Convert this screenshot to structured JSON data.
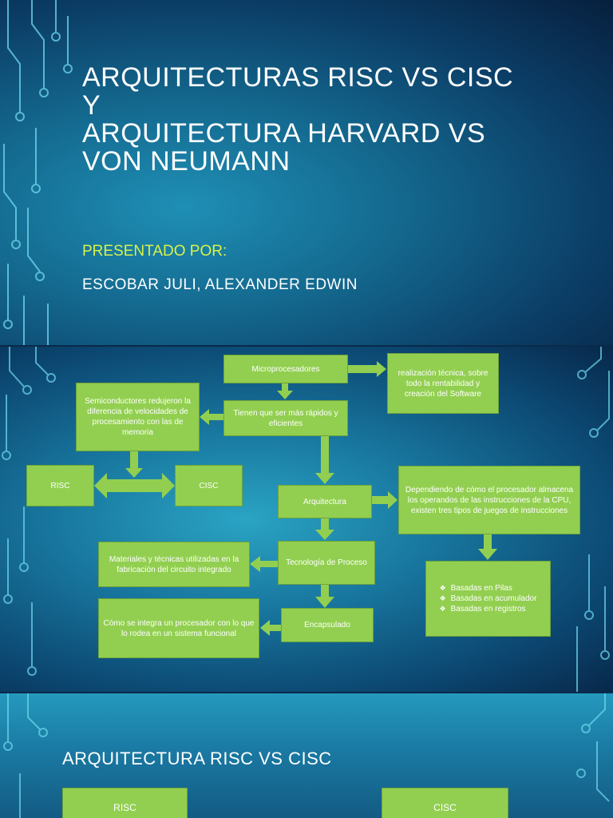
{
  "slide1": {
    "title_lines": [
      "ARQUITECTURAS RISC VS CISC",
      "Y",
      "ARQUITECTURA HARVARD VS",
      "VON NEUMANN"
    ],
    "presented_by": "PRESENTADO POR:",
    "author": "ESCOBAR JULI, ALEXANDER EDWIN"
  },
  "slide2": {
    "boxes": {
      "micro": "Microprocesadores",
      "realizacion": "realización técnica, sobre todo la rentabilidad y creación del Software",
      "semi": "Semiconductores redujeron la diferencia de velocidades de procesamiento con las de memoria",
      "rapidos": "Tienen que ser más rápidos y eficientes",
      "risc": "RISC",
      "cisc": "CISC",
      "arquitectura": "Arquitectura",
      "dependiendo": "Dependiendo de cómo el procesador almacena los operandos de las instrucciones de la CPU, existen tres tipos de juegos de instrucciones",
      "materiales": "Materiales y técnicas utilizadas en la fabricación del circuito integrado",
      "tecnologia": "Tecnología de Proceso",
      "como": "Cómo se integra un procesador con lo que lo rodea en un sistema funcional",
      "encapsulado": "Encapsulado"
    },
    "bullets": [
      "Basadas en Pilas",
      "Basadas en acumulador",
      "Basadas en registros"
    ]
  },
  "slide3": {
    "heading": "ARQUITECTURA RISC VS CISC",
    "risc_label": "RISC",
    "cisc_label": "CISC"
  },
  "colors": {
    "box_green": "#92cf50",
    "subtitle_yellow": "#d8f24a",
    "circuit": "#6fd9ee"
  }
}
